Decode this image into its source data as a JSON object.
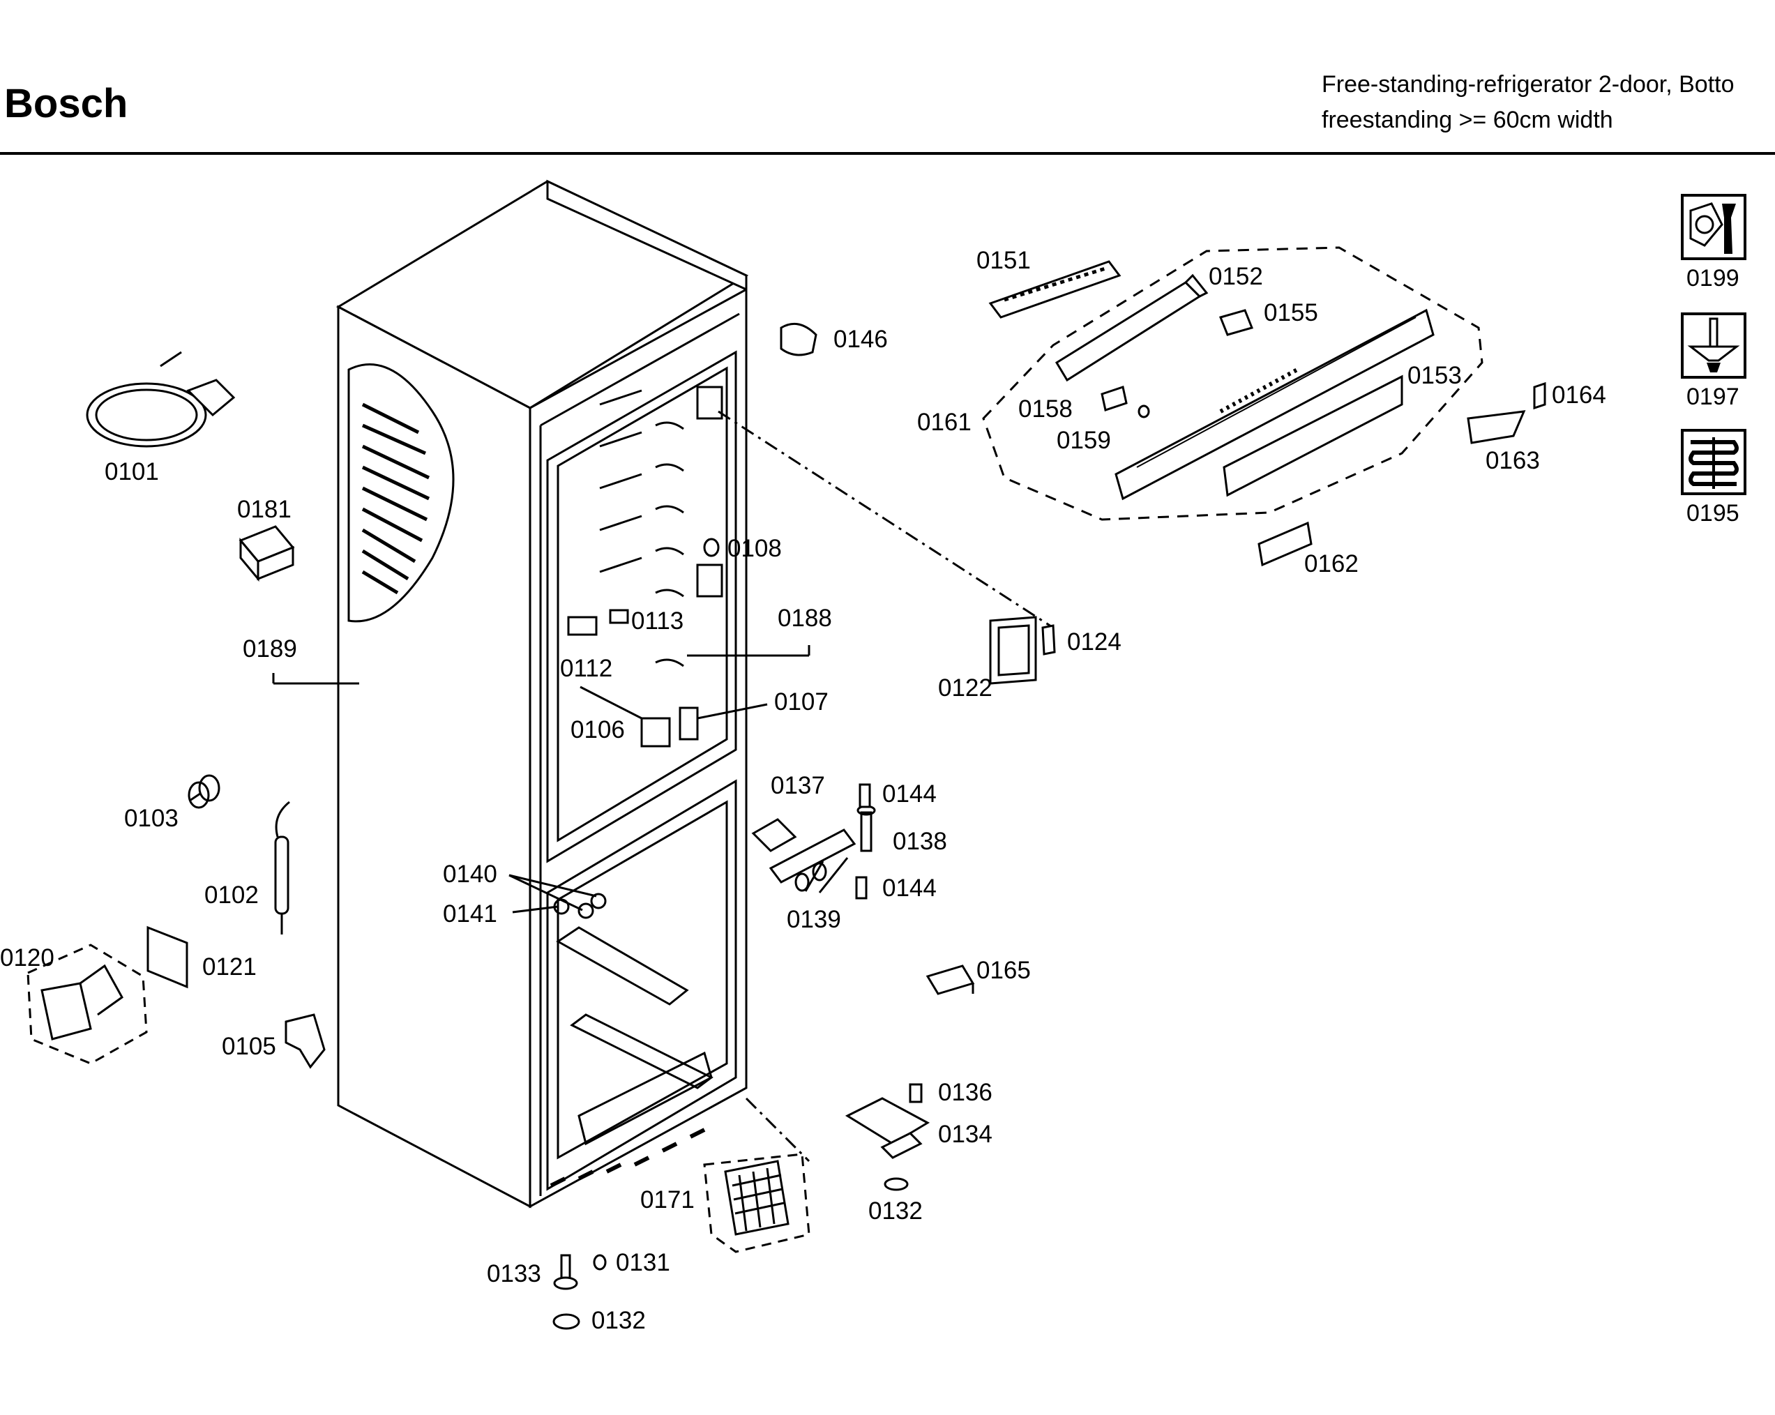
{
  "header": {
    "brand": "Bosch",
    "subtitle_line1": "Free-standing-refrigerator 2-door, Botto",
    "subtitle_line2": "freestanding >= 60cm width"
  },
  "side_icons": [
    {
      "label": "0199",
      "icon": "wrench-nut-icon"
    },
    {
      "label": "0197",
      "icon": "screwdriver-icon"
    },
    {
      "label": "0195",
      "icon": "condenser-coil-icon"
    }
  ],
  "parts": {
    "p0101": "0101",
    "p0181": "0181",
    "p0189": "0189",
    "p0103": "0103",
    "p0102": "0102",
    "p0120": "0120",
    "p0121": "0121",
    "p0105": "0105",
    "p0146": "0146",
    "p0108": "0108",
    "p0113": "0113",
    "p0188": "0188",
    "p0112": "0112",
    "p0106": "0106",
    "p0107": "0107",
    "p0140": "0140",
    "p0141": "0141",
    "p0137": "0137",
    "p0144a": "0144",
    "p0138": "0138",
    "p0144b": "0144",
    "p0139": "0139",
    "p0165": "0165",
    "p0136": "0136",
    "p0134": "0134",
    "p0132a": "0132",
    "p0171": "0171",
    "p0133": "0133",
    "p0131": "0131",
    "p0132b": "0132",
    "p0151": "0151",
    "p0152": "0152",
    "p0155": "0155",
    "p0161": "0161",
    "p0158": "0158",
    "p0159": "0159",
    "p0153": "0153",
    "p0164": "0164",
    "p0163": "0163",
    "p0162": "0162",
    "p0122": "0122",
    "p0124": "0124"
  }
}
